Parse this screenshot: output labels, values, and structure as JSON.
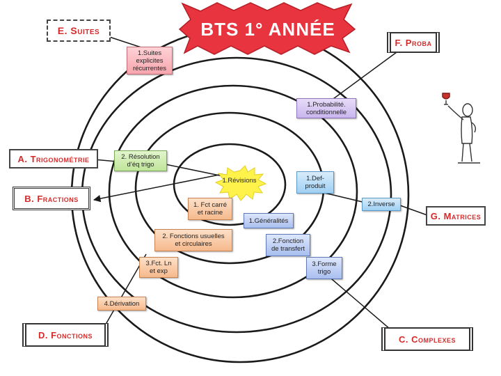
{
  "title": "BTS 1° ANNÉE",
  "colors": {
    "star_fill": "#e8343e",
    "star_text": "#ffffff",
    "banner_text": "#d42a2a",
    "center_star": "#fff24a",
    "line": "#1a1a1a"
  },
  "banners": {
    "suites": "E. Suites",
    "proba": "F. Proba",
    "trigonometrie": "A. Trigonométrie",
    "fractions": "B. Fractions",
    "matrices": "G. Matrices",
    "fonctions": "D. Fonctions",
    "complexes": "C. Complexes"
  },
  "nodes": {
    "suites_1": "1.Suites\nexplicites\nrécurrentes",
    "proba_1": "1.Probabilité.\nconditionnelle",
    "trigo_2": "2. Résolution\nd’éq trigo",
    "revisions": "1.Révisions",
    "matrices_1": "1.Def-\nproduit",
    "matrices_2": "2.Inverse",
    "fonctions_1": "1. Fct carré\net racine",
    "fonctions_2": "2. Fonctions usuelles\net circulaires",
    "fonctions_3": "3.Fct. Ln\net exp",
    "fonctions_4": "4.Dérivation",
    "complexes_1": "1.Généralités",
    "complexes_2": "2.Fonction\nde transfert",
    "complexes_3": "3.Forme\ntrigo"
  },
  "icons": {
    "figure": "stick-figure-trophy-icon",
    "center": "burst-star-icon"
  }
}
